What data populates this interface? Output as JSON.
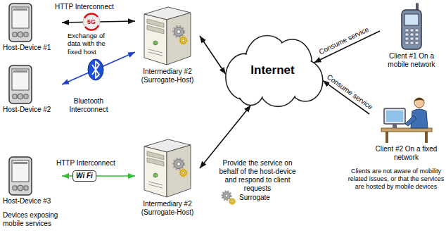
{
  "diagram": {
    "nodes": [
      {
        "text": [
          "Host-Device #1"
        ]
      },
      {
        "text": [
          "Host-Device #2"
        ]
      },
      {
        "text": [
          "Host-Device #3"
        ]
      },
      {
        "text": [
          "Intermediary #2 (Surrogate-Host)"
        ]
      },
      {
        "text": [
          "Intermediary #2 (Surrogate-Host)"
        ]
      },
      {
        "text": [
          "Internet"
        ]
      },
      {
        "text": [
          "Client #1 On a mobile network"
        ]
      },
      {
        "text": [
          "Client #2 On a fixed network"
        ]
      }
    ],
    "edges": [
      {
        "from": 0,
        "to": 3,
        "arrow": "both"
      },
      {
        "from": 1,
        "to": 3,
        "arrow": "both"
      },
      {
        "from": 2,
        "to": 4,
        "arrow": "both"
      },
      {
        "from": 3,
        "to": 5,
        "arrow": "both"
      },
      {
        "from": 4,
        "to": 5,
        "arrow": "both"
      },
      {
        "from": 6,
        "to": 5,
        "label": "Consume service",
        "arrow": "to"
      },
      {
        "from": 7,
        "to": 5,
        "label": "Consume service",
        "arrow": "to"
      }
    ],
    "labels": [
      "HTTP Interconnect",
      "Exchange of data with the fixed host",
      "Bluetooth Interconnect",
      "HTTP Interconnect",
      "Devices exposing mobile services",
      "Provide the service on behalf of the host-device and respond to client requests",
      "Clients are not aware of mobility related issues, or that the services are hosted by mobile devices",
      "5G",
      "Wi Fi"
    ],
    "legend": [
      {
        "text": "Surrogate"
      }
    ]
  }
}
